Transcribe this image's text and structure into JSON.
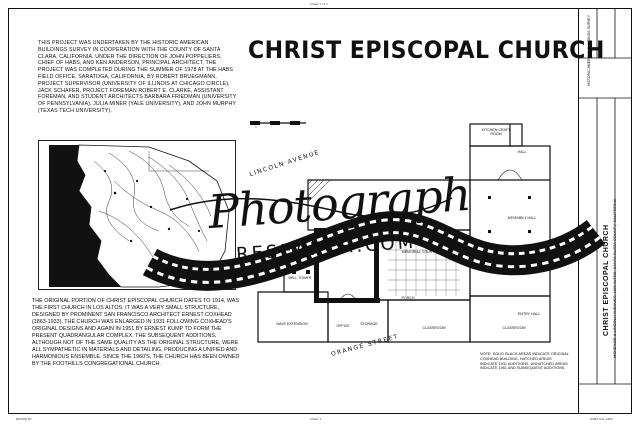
{
  "header": {
    "top_mark": "sheet 1 of 1"
  },
  "title": "CHRIST EPISCOPAL CHURCH",
  "intro_text": "This project was undertaken by the Historic American Buildings Survey in cooperation with the County of Santa Clara, California. Under the direction of John Poppeliers, Chief of HABS, and Ken Anderson, Principal Architect, the project was completed during the summer of 1978 at the HABS field office, Saratoga, California, by Robert Bruegmann, Project Supervisor (University of Illinois at Chicago Circle), Jack Schafer, Project Foreman Robert E. Clarke, Assistant Foreman, and student architects Barbara Friedman (University of Pennsylvania), Julia Miner (Yale University), and John Murphy (Texas Tech University).",
  "history_text": "The original portion of Christ Episcopal Church dates to 1914, was the first church in Los Altos. It was a very small structure, designed by prominent San Francisco architect Ernest Coxhead (1863-1933). The church was enlarged in 1931 following Coxhead's original designs and again in 1951 by Ernest Kump to form the present quadrangular complex. The subsequent additions, although not of the same quality as the original structure, were all sympathetic in materials and detailing, producing a unified and harmonious ensemble. Since the 1960's, the church has been owned by the Foothills Congregational Church.",
  "streets": {
    "lincoln": "LINCOLN AVENUE",
    "orange": "ORANGE STREET"
  },
  "rooms": {
    "kitchen": "KITCHEN CRAFT ROOM",
    "hall": "HALL",
    "assembly": "ASSEMBLY HALL",
    "memorial": "MEMORIAL COURT",
    "porch": "PORCH",
    "bell": "BELL TOWER",
    "entry": "ENTRY HALL",
    "nave": "NAVE EXTENSION",
    "office": "OFFICE",
    "classroom1": "CLASSROOM",
    "classroom2": "CLASSROOM",
    "storage": "STORAGE"
  },
  "plan_note": "Note: Solid black areas indicate original Coxhead building. Hatched areas indicate 1931 additions. Unhatched areas indicate 1951 and subsequent additions.",
  "title_block": {
    "name": "CHRIST EPISCOPAL CHURCH",
    "address": "MCKENZIE & LINCOLN AVENUES, LOS ALTOS, SANTA CLARA COUNTY, CALIFORNIA",
    "survey": "HISTORIC AMERICAN BUILDINGS SURVEY"
  },
  "footer": {
    "left": "DRAWN BY",
    "center": "sheet 1",
    "right": "HABS CAL-1896"
  },
  "watermark": {
    "script": "Photograph",
    "sub": "RESEARCH.COM"
  }
}
